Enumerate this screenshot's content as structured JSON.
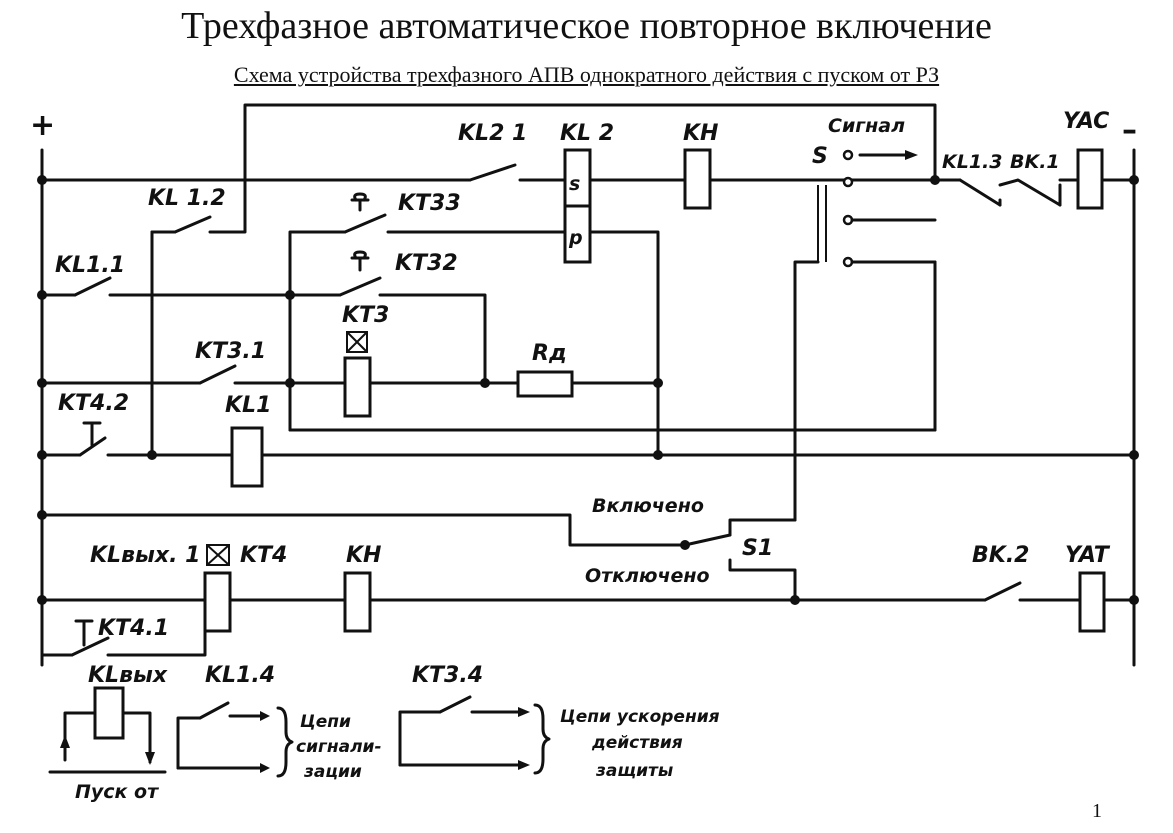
{
  "title": "Трехфазное автоматическое повторное включение",
  "subtitle": "Схема устройства трехфазного АПВ однократного действия с пуском от РЗ",
  "page_number": "1",
  "diagram": {
    "polarity": {
      "plus": "+",
      "minus": "–"
    },
    "labels": {
      "kl21": "KL2 1",
      "kl2": "KL 2",
      "kh_top": "KH",
      "signal": "Сигнал",
      "s": "S",
      "kl13": "KL1.3",
      "bk1": "BK.1",
      "yac": "YAC",
      "kl12": "KL 1.2",
      "kt33": "KT33",
      "kl11": "KL1.1",
      "kt32": "KT32",
      "kt3": "KT3",
      "rd": "Rд",
      "kt31": "KT3.1",
      "kt42": "KT4.2",
      "kl1": "KL1",
      "vkl": "Включено",
      "otkl": "Отключено",
      "s1": "S1",
      "klvyh1": "KLвых. 1",
      "kt4": "KT4",
      "kh_bottom": "KH",
      "bk2": "BK.2",
      "yat": "YAT",
      "kt41": "KT4.1",
      "klvyh": "KLвых",
      "kl14": "KL1.4",
      "kt34": "KT3.4",
      "pusk": "Пуск от",
      "coil_s": "s",
      "coil_p": "p",
      "sig1": "Цепи",
      "sig2": "сигнали-",
      "sig3": "зации",
      "usk1": "Цепи ускорения",
      "usk2": "действия",
      "usk3": "защиты"
    }
  }
}
